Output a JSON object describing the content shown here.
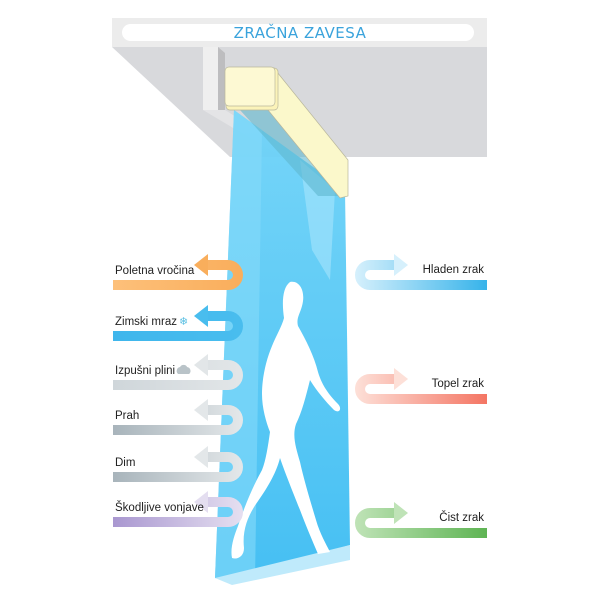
{
  "title": "ZRAČNA ZAVESA",
  "left_items": [
    {
      "label": "Poletna vročina",
      "icon": "",
      "colors": [
        "#fdc07a",
        "#f9ae5c"
      ]
    },
    {
      "label": "Zimski mraz",
      "icon": "snowflake-icon",
      "colors": [
        "#3fb6ec",
        "#49bdee"
      ]
    },
    {
      "label": "Izpušni plini",
      "icon": "cloud-icon",
      "colors": [
        "#cfd6da",
        "#e2e6e8"
      ]
    },
    {
      "label": "Prah",
      "icon": "",
      "colors": [
        "#a8b4bb",
        "#e3e7e9"
      ]
    },
    {
      "label": "Dim",
      "icon": "",
      "colors": [
        "#a8b4bb",
        "#e3e7e9"
      ]
    },
    {
      "label": "Škodljive  vonjave",
      "icon": "",
      "colors": [
        "#a997d0",
        "#e4def0"
      ]
    }
  ],
  "right_items": [
    {
      "label": "Hladen zrak",
      "colors": [
        "#d6f0fc",
        "#36b3ea"
      ]
    },
    {
      "label": "Topel zrak",
      "colors": [
        "#fde0d8",
        "#f47563"
      ]
    },
    {
      "label": "Čist zrak",
      "colors": [
        "#bfe3b7",
        "#5eb453"
      ]
    }
  ],
  "colors": {
    "curtain": "#4fc8f6",
    "ceiling": "#d9dadd",
    "unit": "#fdf9cf"
  }
}
